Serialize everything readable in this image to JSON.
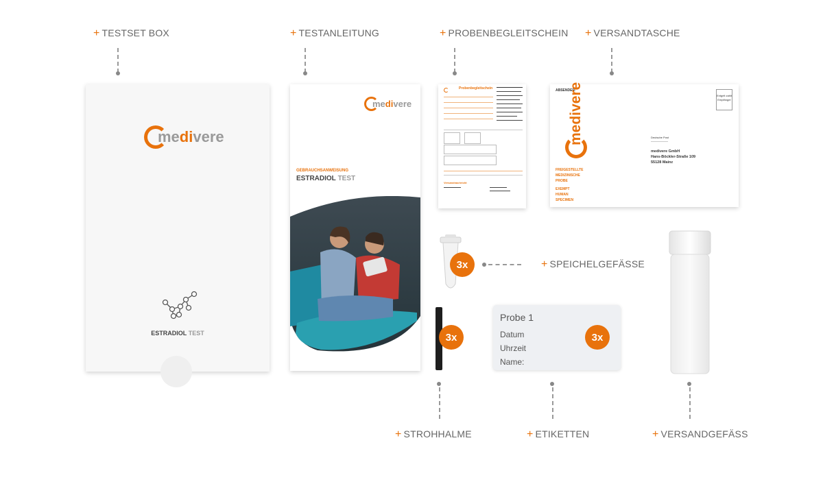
{
  "labels": {
    "testset_box": "TESTSET BOX",
    "testanleitung": "TESTANLEITUNG",
    "probenbegleitschein": "PROBENBEGLEITSCHEIN",
    "versandtasche": "VERSANDTASCHE",
    "speichelgefaesse": "SPEICHELGEFÄSSE",
    "strohhalme": "STROHHALME",
    "etiketten": "ETIKETTEN",
    "versandgefaess": "VERSANDGEFÄSS"
  },
  "plus": "+",
  "brand": {
    "logo_left": "me",
    "logo_accent": "di",
    "logo_right": "vere",
    "accent_color": "#e8720c"
  },
  "box": {
    "title_bold": "ESTRADIOL",
    "title_light": "TEST"
  },
  "manual": {
    "subtitle": "GEBRAUCHSANWEISUNG",
    "title_bold": "ESTRADIOL",
    "title_light": "TEST"
  },
  "form": {
    "title": "Probenbegleitschein",
    "footer": "Versandnachricht"
  },
  "envelope": {
    "sender": "ABSENDER:",
    "stamp": "Entgelt zahlt Empfänger",
    "stamp_small": "Deutsche Post",
    "recipient_line1": "medivere GmbH",
    "recipient_line2": "Hans-Böckler-Straße 109",
    "recipient_line3": "55128 Mainz",
    "tag1": "FREIGESTELLTE",
    "tag2": "MEDIZINISCHE",
    "tag3": "PROBE",
    "tag4": "EXEMPT",
    "tag5": "HUMAN",
    "tag6": "SPECIMEN"
  },
  "badges": {
    "saliva": "3x",
    "straw": "3x",
    "label": "3x"
  },
  "sticker": {
    "title": "Probe 1",
    "field1": "Datum",
    "field2": "Uhrzeit",
    "field3": "Name:"
  }
}
